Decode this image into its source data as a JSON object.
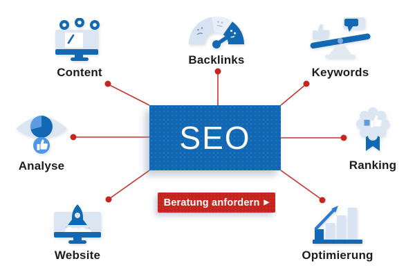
{
  "diagram": {
    "center_title": "SEO",
    "cta": {
      "label": "Beratung anfordern",
      "arrow_icon": "▶"
    }
  },
  "nodes": [
    {
      "id": "content",
      "label": "Content",
      "icon": "monitor-nodes-icon",
      "position": "top-left"
    },
    {
      "id": "backlinks",
      "label": "Backlinks",
      "icon": "gauge-icon",
      "position": "top-center"
    },
    {
      "id": "keywords",
      "label": "Keywords",
      "icon": "balance-thumbs-icon",
      "position": "top-right"
    },
    {
      "id": "analyse",
      "label": "Analyse",
      "icon": "eye-pie-chart-icon",
      "position": "middle-left"
    },
    {
      "id": "ranking",
      "label": "Ranking",
      "icon": "award-badge-icon",
      "position": "middle-right"
    },
    {
      "id": "website",
      "label": "Website",
      "icon": "rocket-monitor-icon",
      "position": "bottom-left"
    },
    {
      "id": "optimierung",
      "label": "Optimierung",
      "icon": "growth-chart-icon",
      "position": "bottom-right"
    }
  ],
  "colors": {
    "primary_blue": "#1268B3",
    "light_blue": "#DCE6F3",
    "accent_blue": "#4D96E8",
    "cta_red": "#C4241D",
    "connector_red": "#C5322B",
    "label_text": "#1C1C1E",
    "background": "#FFFFFF"
  }
}
